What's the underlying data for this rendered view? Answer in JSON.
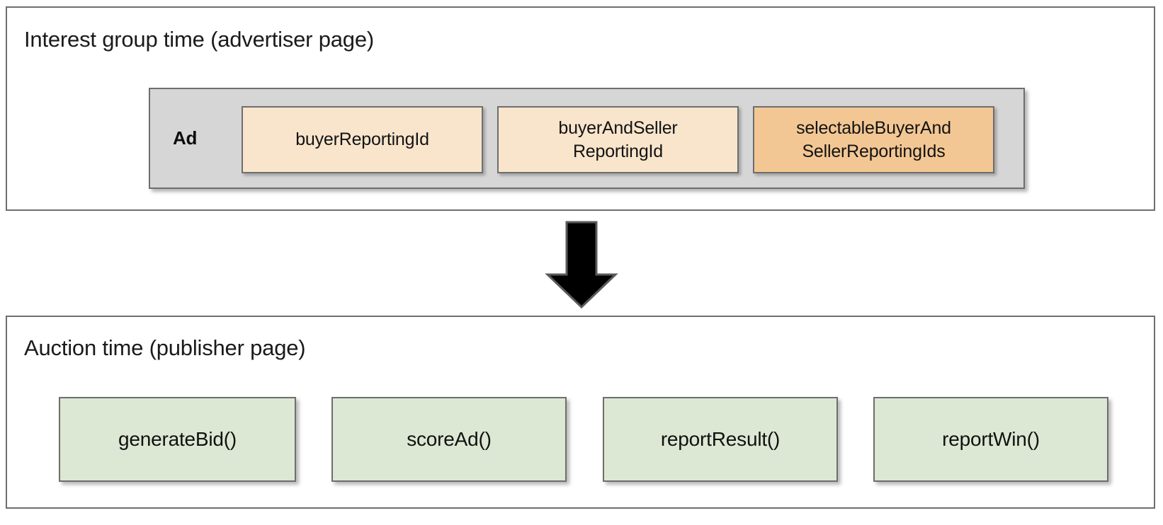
{
  "diagram": {
    "background_color": "#ffffff",
    "border_color": "#6e6e6e"
  },
  "advertiser_panel": {
    "title": "Interest group time (advertiser page)",
    "ad_group": {
      "label": "Ad",
      "fill_color": "#d6d6d6",
      "boxes": [
        {
          "label": "buyerReportingId",
          "fill_color": "#f8e5cc",
          "tone": "light"
        },
        {
          "label": "buyerAndSeller\nReportingId",
          "line1": "buyerAndSeller",
          "line2": "ReportingId",
          "fill_color": "#f8e5cc",
          "tone": "light"
        },
        {
          "label": "selectableBuyerAnd\nSellerReportingIds",
          "line1": "selectableBuyerAnd",
          "line2": "SellerReportingIds",
          "fill_color": "#f3c794",
          "tone": "deep"
        }
      ]
    }
  },
  "flow": {
    "arrow_icon": "arrow-down-icon",
    "arrow_color": "#000000",
    "direction": "down"
  },
  "auction_panel": {
    "title": "Auction time (publisher page)",
    "function_boxes": [
      {
        "label": "generateBid()",
        "fill_color": "#dce8d3"
      },
      {
        "label": "scoreAd()",
        "fill_color": "#dce8d3"
      },
      {
        "label": "reportResult()",
        "fill_color": "#dce8d3"
      },
      {
        "label": "reportWin()",
        "fill_color": "#dce8d3"
      }
    ]
  }
}
